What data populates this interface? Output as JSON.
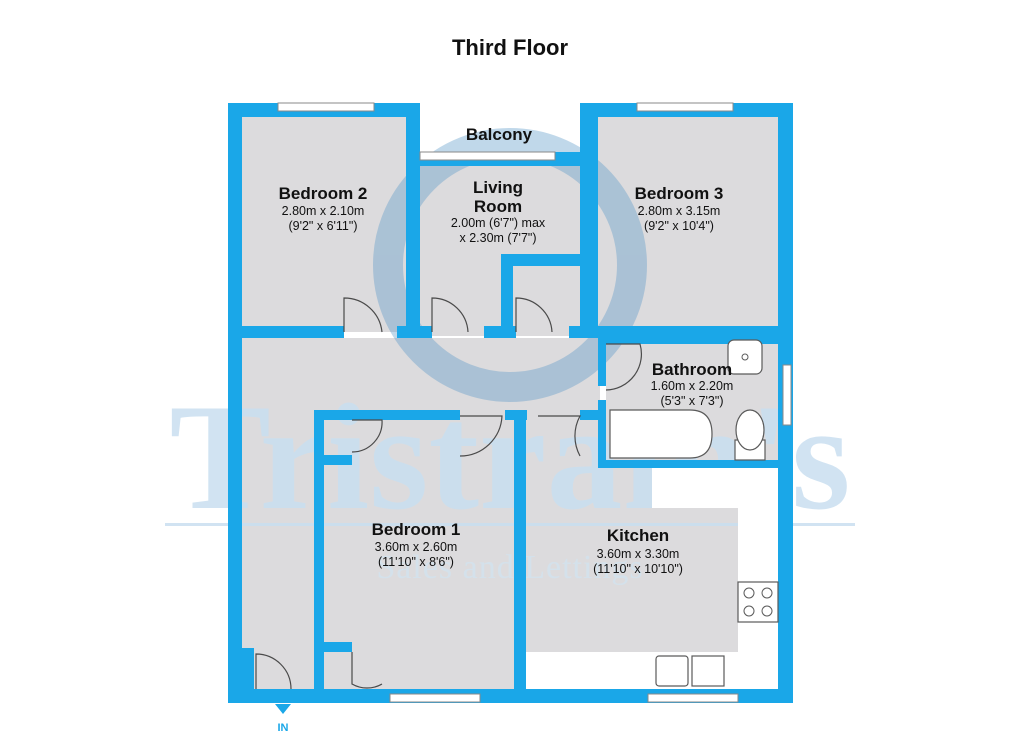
{
  "floor_title": "Third Floor",
  "watermark": {
    "brand": "Tristram's",
    "tagline": "Sales and Lettings"
  },
  "entrance_label": "IN",
  "rooms": {
    "bedroom2": {
      "name": "Bedroom 2",
      "dim_m": "2.80m x 2.10m",
      "dim_ft": "(9'2\" x 6'11\")"
    },
    "balcony": {
      "name": "Balcony"
    },
    "living": {
      "name_line1": "Living",
      "name_line2": "Room",
      "dim_m": "2.00m (6'7\") max",
      "dim_ft": "x 2.30m (7'7\")"
    },
    "bedroom3": {
      "name": "Bedroom 3",
      "dim_m": "2.80m x 3.15m",
      "dim_ft": "(9'2\" x 10'4\")"
    },
    "bathroom": {
      "name": "Bathroom",
      "dim_m": "1.60m x 2.20m",
      "dim_ft": "(5'3\" x 7'3\")"
    },
    "bedroom1": {
      "name": "Bedroom 1",
      "dim_m": "3.60m x 2.60m",
      "dim_ft": "(11'10\" x 8'6\")"
    },
    "kitchen": {
      "name": "Kitchen",
      "dim_m": "3.60m x 3.30m",
      "dim_ft": "(11'10\" x 10'10\")"
    }
  },
  "colors": {
    "wall": "#1aa7e8",
    "floor": "#dcdbdd",
    "watermark": "#c9dff0"
  }
}
